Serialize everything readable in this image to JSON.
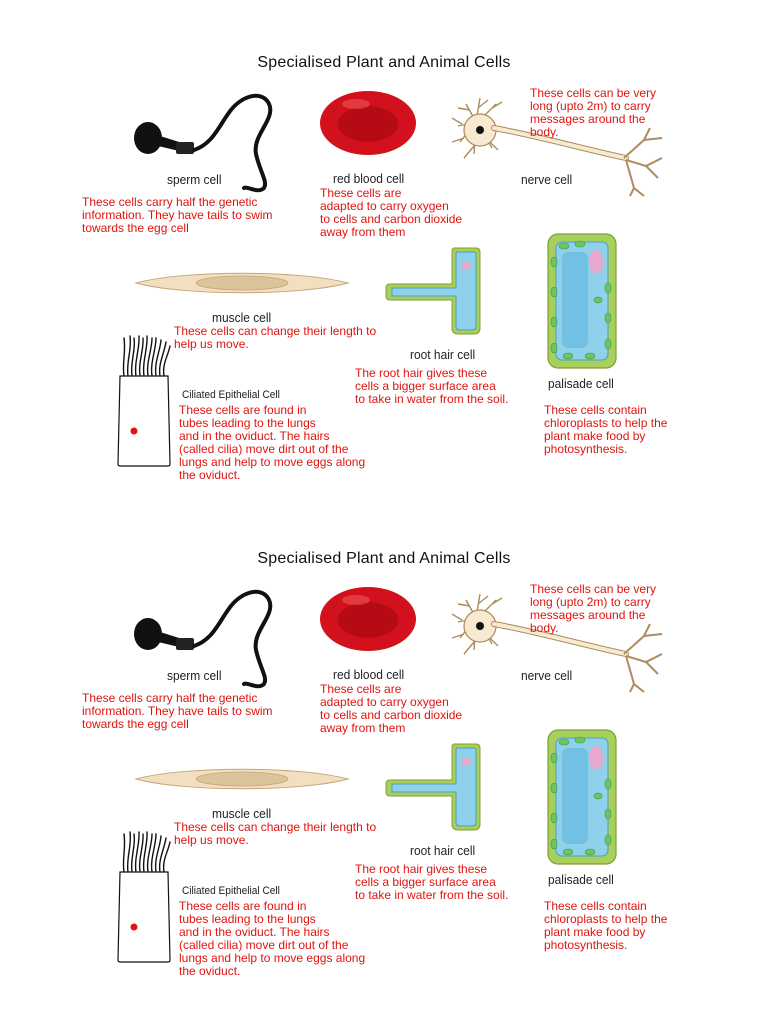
{
  "title": "Specialised Plant and Animal Cells",
  "colors": {
    "text_red": "#e0140f",
    "blood": "#d3111c",
    "muscle": "#f2dfbf",
    "root": "#8fd0ea",
    "palisade": "#8fd0ea",
    "chloroplast": "#6cc466"
  },
  "cells": {
    "sperm": {
      "label": "sperm cell",
      "desc": [
        "These cells carry half the genetic",
        "information.  They have tails to swim",
        "towards the egg cell"
      ]
    },
    "red_blood": {
      "label": "red blood cell",
      "desc": [
        "These cells are",
        "adapted to carry oxygen",
        "to cells and carbon dioxide",
        "away from them"
      ]
    },
    "nerve": {
      "label": "nerve cell",
      "desc": [
        "These cells can be very",
        "long (upto 2m) to carry",
        "messages around the",
        "body."
      ]
    },
    "muscle": {
      "label": "muscle cell",
      "desc": [
        "These cells can change their length to",
        "help us move."
      ]
    },
    "root_hair": {
      "label": "root hair cell",
      "desc": [
        "The root hair gives these",
        "cells a bigger surface area",
        "to take in water from the soil."
      ]
    },
    "palisade": {
      "label": "palisade cell",
      "desc": [
        "These cells contain",
        "chloroplasts to help the",
        "plant make food by",
        "photosynthesis."
      ]
    },
    "ciliated": {
      "label": "Ciliated Epithelial Cell",
      "desc": [
        "These cells are found in",
        "tubes leading to the lungs",
        "and in the oviduct.  The hairs",
        "(called cilia) move dirt out of the",
        "lungs and help to move eggs along",
        "the oviduct."
      ]
    }
  }
}
